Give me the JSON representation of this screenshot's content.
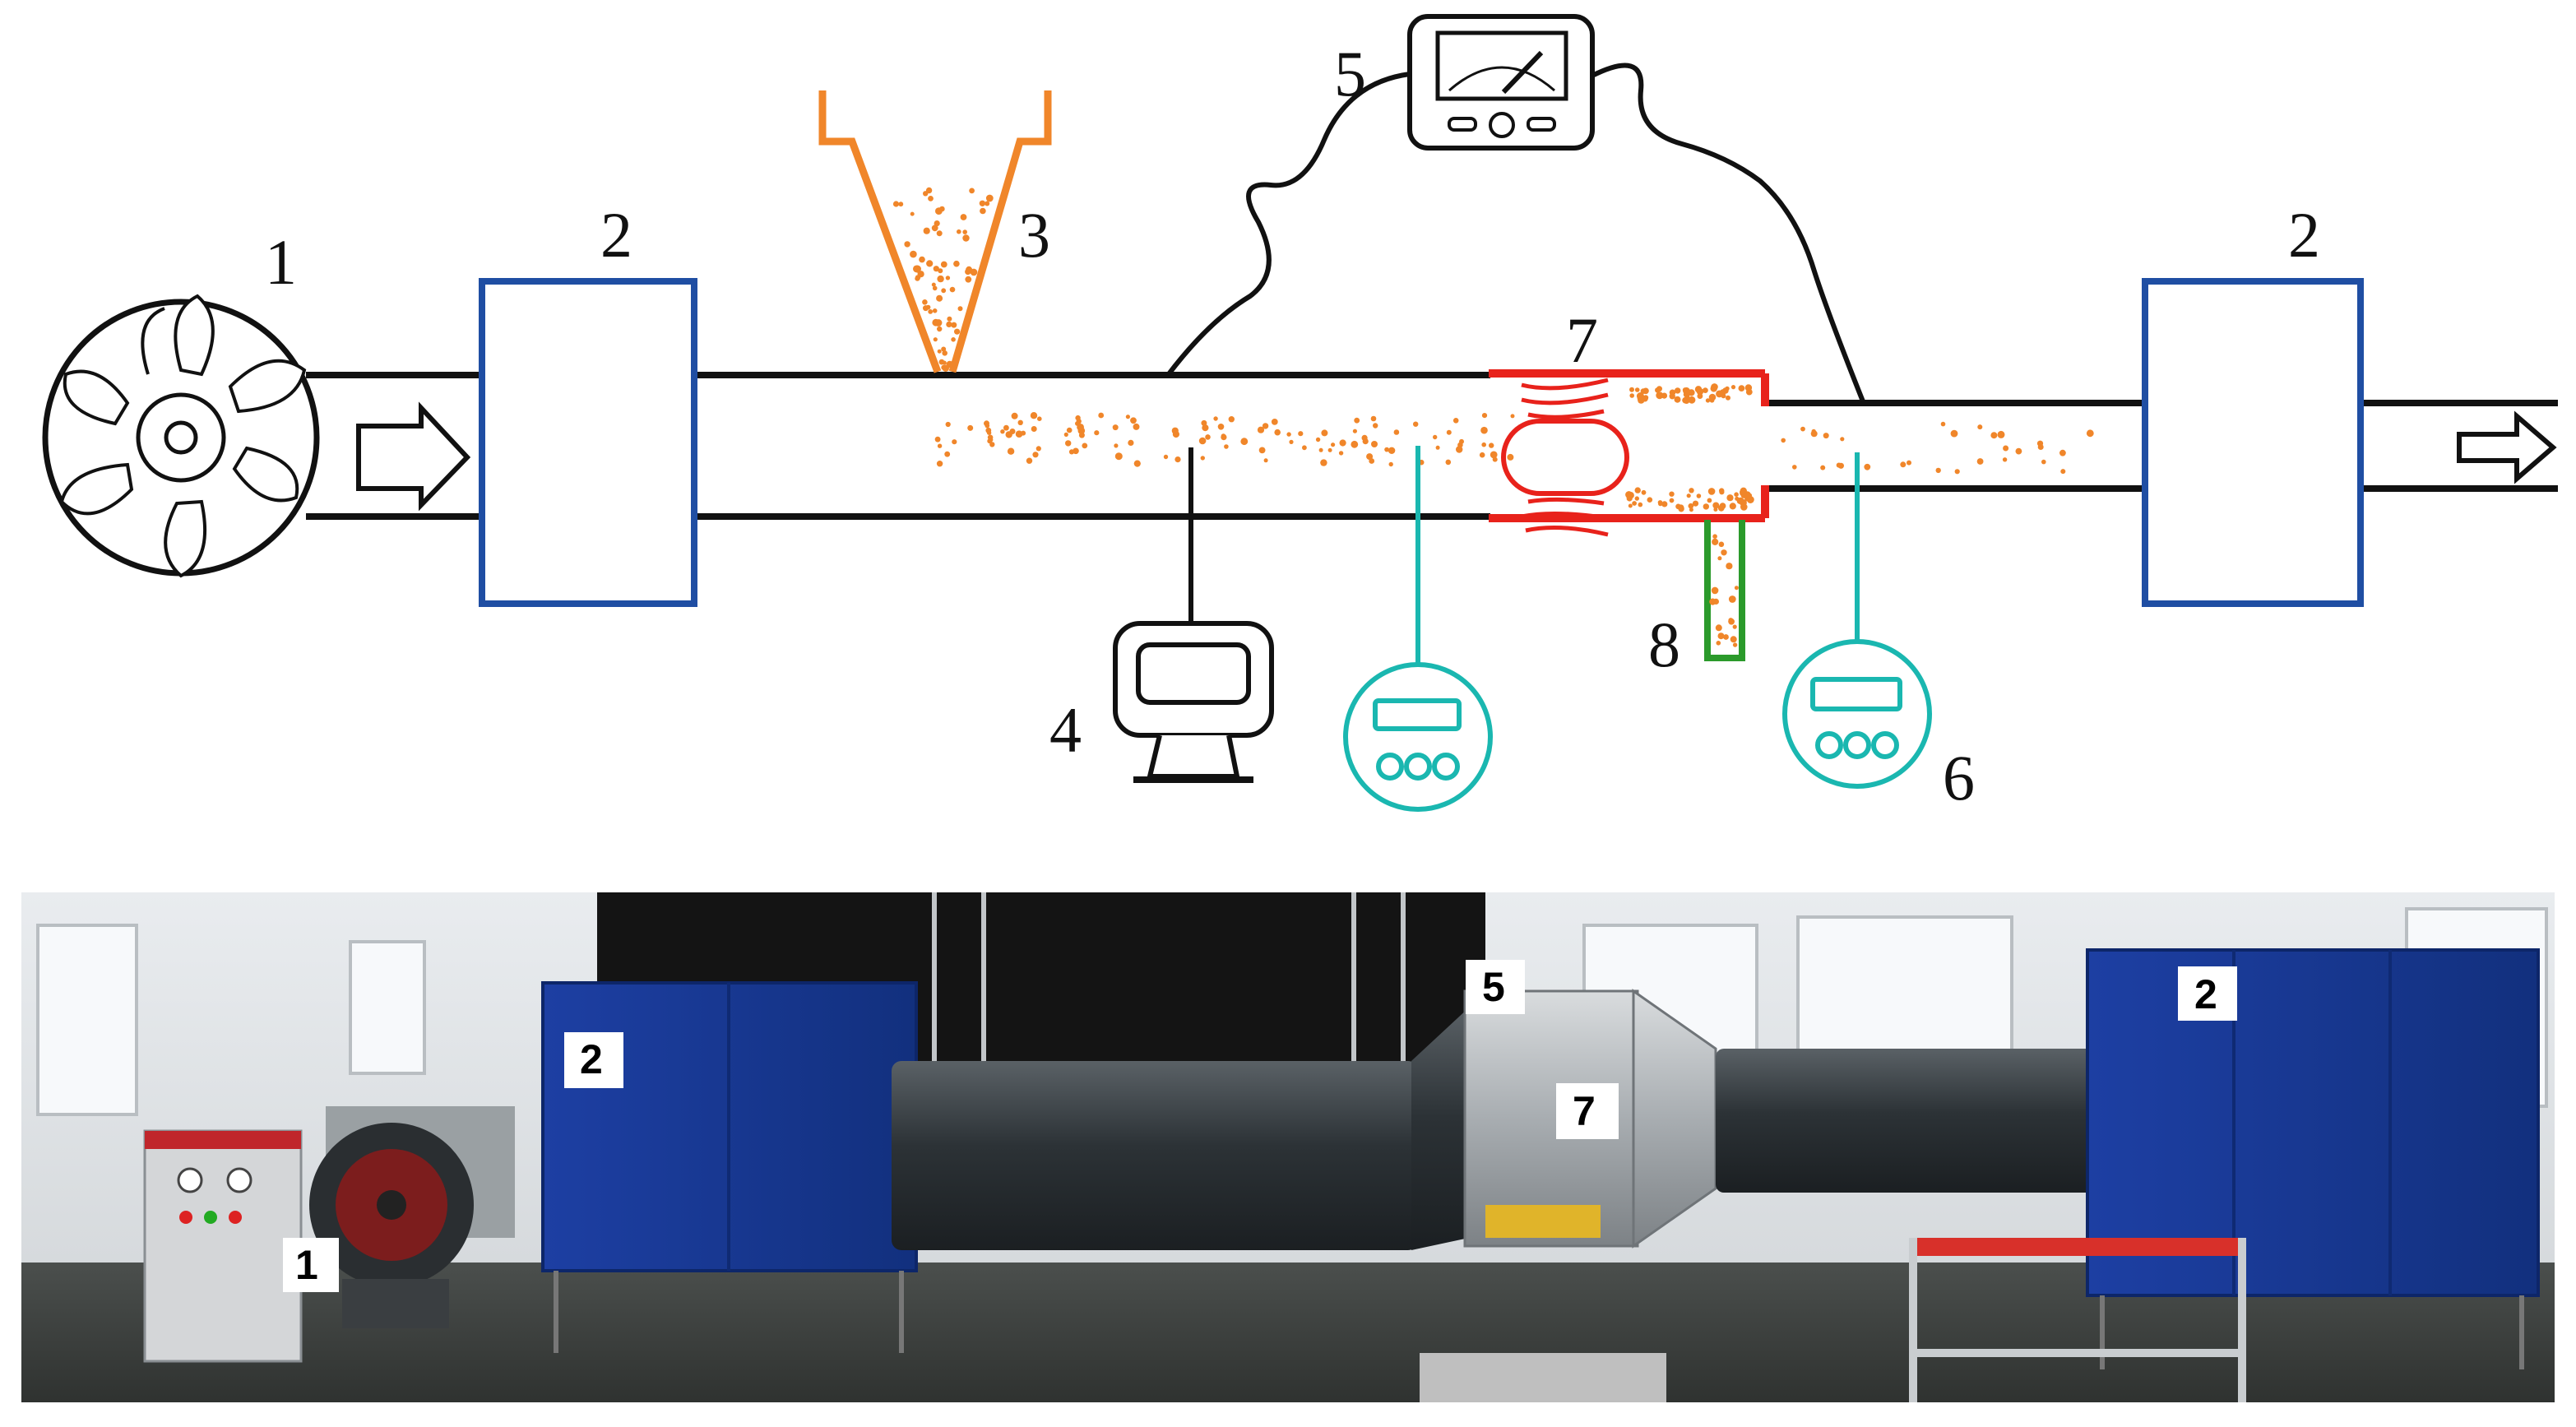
{
  "schematic": {
    "labels": {
      "fan": "1",
      "filter_left": "2",
      "filter_right": "2",
      "hopper": "3",
      "monitor": "4",
      "gauge": "5",
      "flow_meter": "6",
      "separator": "7",
      "collector": "8"
    }
  },
  "photo": {
    "tags": {
      "fan": "1",
      "filter_left": "2",
      "filter_right": "2",
      "gauge": "5",
      "separator": "7"
    }
  },
  "colors": {
    "duct": "#111111",
    "filter_box": "#1f4ea3",
    "hopper": "#f0862a",
    "particles": "#f0862a",
    "separator": "#e8221b",
    "meter": "#1ab7b0",
    "collector": "#2b9a2b"
  }
}
